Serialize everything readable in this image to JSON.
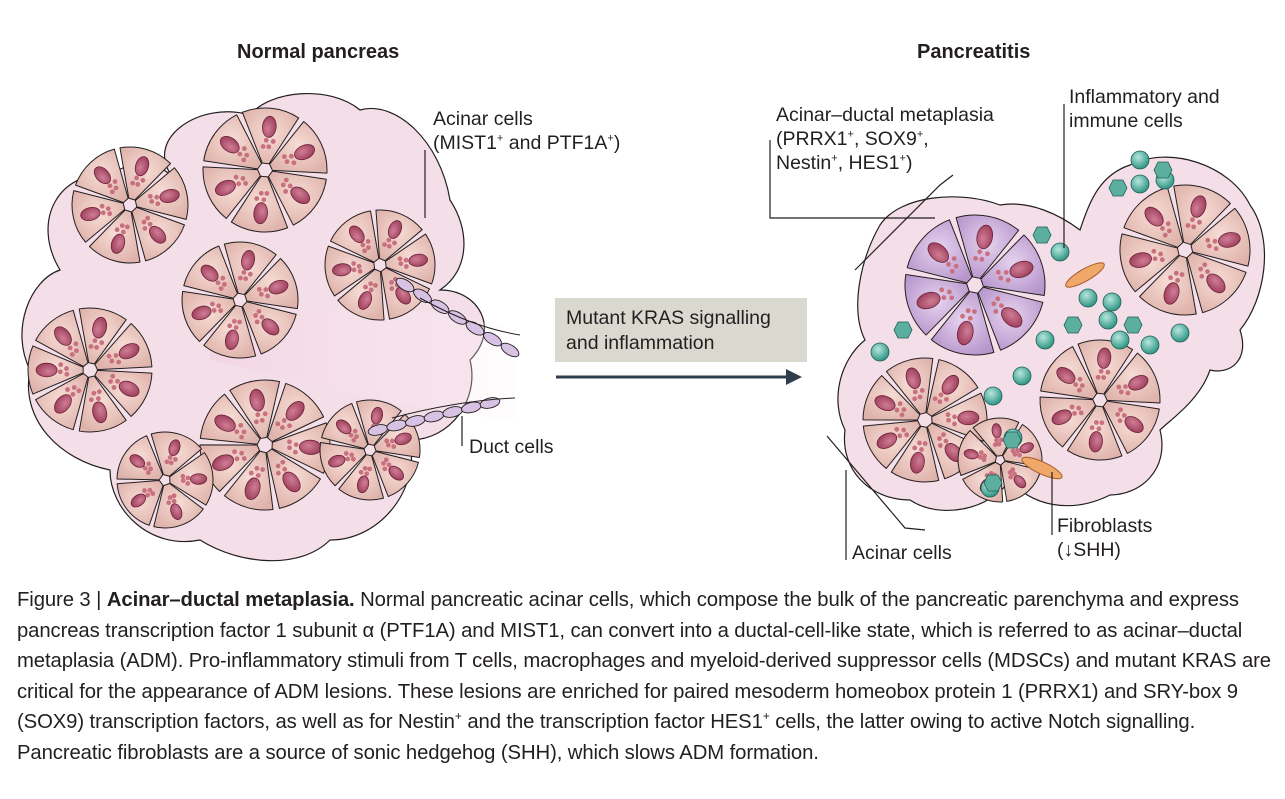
{
  "normal": {
    "title": "Normal pancreas",
    "acinar_label_line1": "Acinar cells",
    "acinar_label_line2_a": "(MIST1",
    "acinar_label_line2_b": " and PTF1A",
    "acinar_label_line2_c": ")",
    "duct_label": "Duct cells"
  },
  "transition": {
    "line1": "Mutant KRAS signalling",
    "line2": "and inflammation"
  },
  "pancreatitis": {
    "title": "Pancreatitis",
    "adm_line1": "Acinar–ductal metaplasia",
    "adm_line2_a": "(PRRX1",
    "adm_line2_b": ", SOX9",
    "adm_line2_c": ",",
    "adm_line3_a": "Nestin",
    "adm_line3_b": ", HES1",
    "adm_line3_c": ")",
    "immune_line1": "Inflammatory and",
    "immune_line2": "immune cells",
    "fibro_line1": "Fibroblasts",
    "fibro_line2": "(↓SHH)",
    "acinar_label": "Acinar cells"
  },
  "superscript_plus": "+",
  "caption": {
    "figure_no": "Figure 3 | ",
    "heading": "Acinar–ductal metaplasia.",
    "text1": " Normal pancreatic acinar cells, which compose the bulk of the pancreatic parenchyma and express pancreas transcription factor 1 subunit α (PTF1A) and MIST1, can convert into a ductal-cell-like state, which is referred to as acinar–ductal metaplasia (ADM).  Pro-inflammatory stimuli from T cells, macrophages and myeloid-derived suppressor cells (MDSCs) and mutant KRAS are critical for the appearance of ADM lesions. These lesions are enriched for paired mesoderm homeobox protein 1 (PRRX1) and SRY-box 9 (SOX9) transcription factors, as well as for Nestin",
    "text2": " and the transcription factor HES1",
    "text3": " cells, the latter owing to active Notch signalling. Pancreatic fibroblasts are a source of sonic hedgehog (SHH), which slows ADM formation."
  },
  "colors": {
    "tissue_outline": "#f2dbe6",
    "acinar_cell": "#ecc9c1",
    "nucleus": "#b4546f",
    "metaplastic_cell": "#c9aad6",
    "immune_cell": "#5ab7a8",
    "fibroblast": "#f0a868",
    "arrow": "#2f3e4a"
  }
}
